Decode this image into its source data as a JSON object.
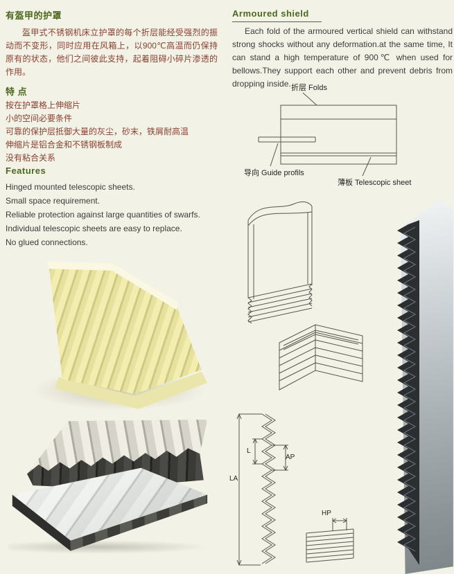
{
  "colors": {
    "page_bg": "#f3f2e7",
    "heading_green": "#4c681e",
    "cn_red": "#8a4030",
    "en_dark": "#3a3a3a"
  },
  "left": {
    "title": "有盔甲的护罩",
    "intro": "盔甲式不锈钢机床立护罩的每个折层能经受强烈的振动而不变形，同时应用在风箱上，以900℃高温而仍保持原有的状态，他们之间彼此支持，起着阻碍小碎片渗透的作用。",
    "cn_features_title": "特 点",
    "cn_features": [
      "按在护罩格上伸缩片",
      "小的空间必要条件",
      "可靠的保护层抵御大量的灰尘，砂末，铁屑耐高温",
      "伸缩片是铝合金和不锈钢板制成",
      "没有粘合关系"
    ],
    "en_features_title": "Features",
    "en_features": [
      "Hinged mounted telescopic sheets.",
      "Small space requirement.",
      "Reliable protection against large quantities of swarfs.",
      "Individual telescopic sheets are easy to replace.",
      "No glued connections."
    ]
  },
  "right": {
    "title": "Armoured shield",
    "intro": "Each fold of the armoured vertical shield can withstand strong shocks without any deformation.at the same time, It can stand a high temperature of 900℃ when used for bellows.They support each other and prevent debris from dropping inside.",
    "labels": {
      "folds": "折层 Folds",
      "guide": "导向 Guide profils",
      "sheet": "薄板 Telescopic sheet",
      "l": "L",
      "ap": "AP",
      "la": "LA",
      "hp": "HP"
    }
  }
}
